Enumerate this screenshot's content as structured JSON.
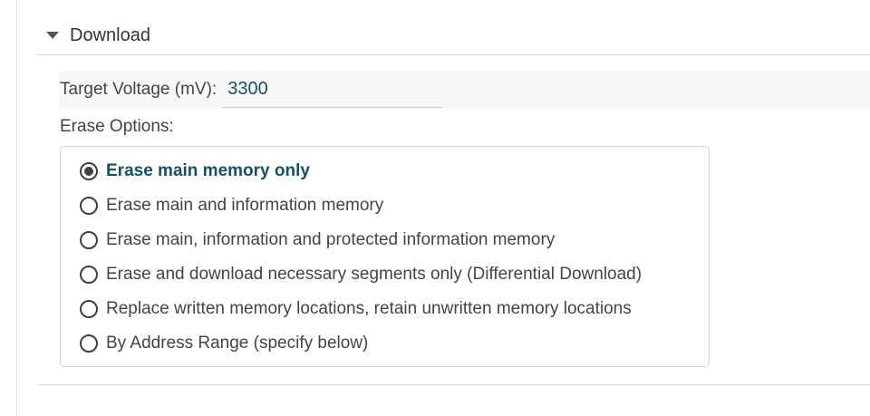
{
  "section": {
    "title": "Download",
    "expanded": true
  },
  "target_voltage": {
    "label": "Target Voltage (mV):",
    "value": "3300"
  },
  "erase_options": {
    "label": "Erase Options:",
    "selected_index": 0,
    "options": [
      "Erase main memory only",
      "Erase main and information memory",
      "Erase main, information and protected information memory",
      "Erase and download necessary segments only (Differential Download)",
      "Replace written memory locations, retain unwritten memory locations",
      "By Address Range (specify below)"
    ]
  },
  "colors": {
    "accent_text": "#17505f",
    "row_background": "#f6f7f7"
  }
}
